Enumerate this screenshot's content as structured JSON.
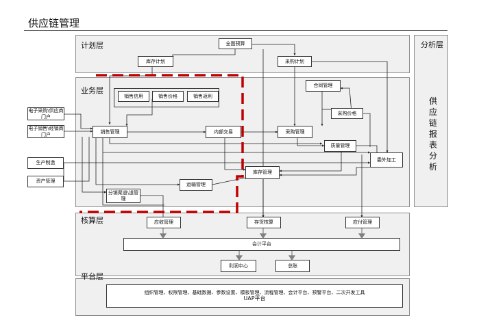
{
  "page_title": "供应链管理",
  "layers": {
    "plan": "计划层",
    "business": "业务层",
    "accounting": "核算层",
    "platform": "平台层",
    "analysis": "分析层"
  },
  "analysis_vertical_text": "供应链报表分析",
  "nodes": {
    "budget": "全面预算",
    "stock_plan": "库存计划",
    "purchase_plan": "采购计划",
    "contract": "合同管理",
    "sales_credit": "销售信用",
    "sales_price": "销售价格",
    "sales_rebate": "销售返利",
    "purchase_price": "采购价格",
    "ecom_supply": "电子采购\\供应商门户",
    "ecom_sales": "电子销售\\经销商门户",
    "sales_mgmt": "销售管理",
    "internal_trade": "内部交易",
    "purchase_mgmt": "采购管理",
    "quality": "质量管理",
    "outsource": "委外加工",
    "production": "生产制造",
    "inventory": "库存管理",
    "asset": "资产管理",
    "transport": "运输管理",
    "channel": "分销渠道\\道管理",
    "receivable": "应收管理",
    "stock_accounting": "存货核算",
    "payable": "应付管理",
    "ledger_platform": "会计平台",
    "profit_center": "利润中心",
    "general_ledger": "总账",
    "platform_modules": "组织管理、权限管理、基础数据、参数设置、模板管理、流程管理、会计平台、预警平台、二次开发工具",
    "uap": "UAP平台"
  },
  "colors": {
    "layer_bg": "#f0f0f0",
    "dash_red": "#c00000",
    "line": "#222222",
    "down_arrow": "#808080"
  }
}
